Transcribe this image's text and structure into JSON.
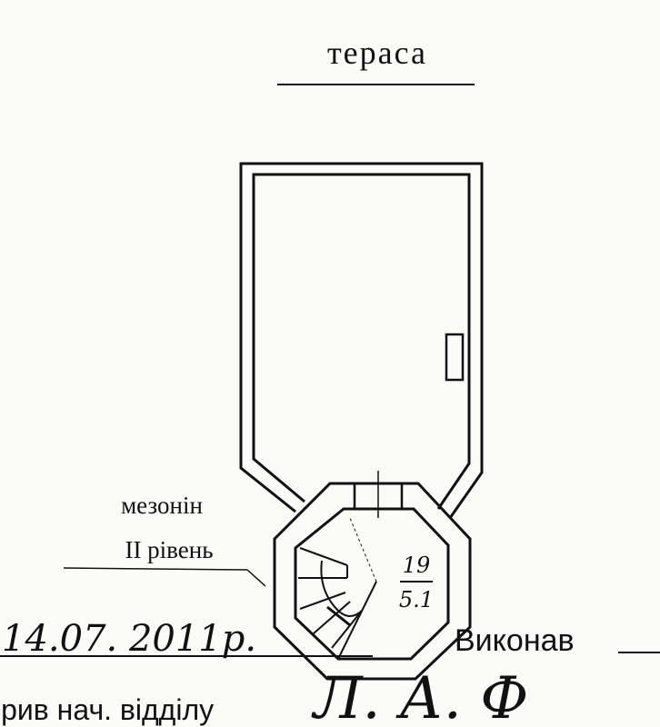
{
  "plan": {
    "terrace_label": "тераса",
    "level_label_1": "мезонін",
    "level_label_2": "II рівень",
    "room_number": "19",
    "room_area": "5.1"
  },
  "footer": {
    "date": "14.07. 2011р.",
    "executed_label": "Виконав",
    "checked_label": "ірив нач. відділу",
    "signature": "Л. А. Ф"
  }
}
